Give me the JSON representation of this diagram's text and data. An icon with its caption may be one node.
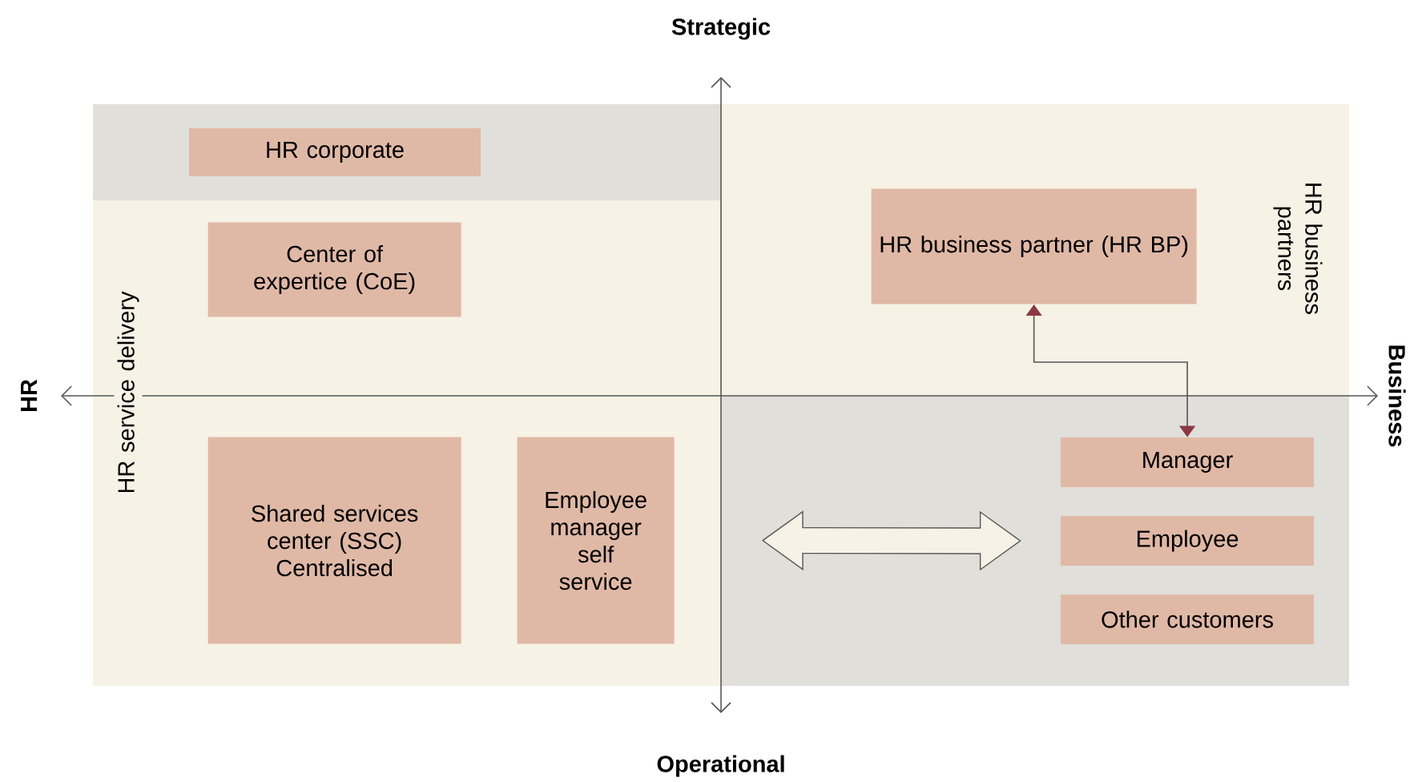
{
  "diagram": {
    "nodes": [
      {
        "text": [
          "HR service delivery"
        ]
      },
      {
        "text": [
          "HR corporate"
        ]
      },
      {
        "text": [
          "Center of expertice (CoE)"
        ],
        "in": 0
      },
      {
        "text": [
          "Shared services center (SSC) Centralised"
        ],
        "in": 0
      },
      {
        "text": [
          "Employee manager self service"
        ],
        "in": 0
      },
      {
        "text": [
          "HR business partners"
        ]
      },
      {
        "text": [
          "HR business partner (HR BP)"
        ],
        "in": 5
      },
      {
        "text": [
          "Manager"
        ]
      },
      {
        "text": [
          "Employee"
        ]
      },
      {
        "text": [
          "Other customers"
        ]
      }
    ],
    "edges": [
      {
        "from": 7,
        "to": 6,
        "arrow": "both"
      },
      {
        "from": 4,
        "to": 8,
        "arrow": "both"
      }
    ],
    "labels": [
      "Strategic",
      "HR",
      "Business",
      "Operational"
    ]
  }
}
